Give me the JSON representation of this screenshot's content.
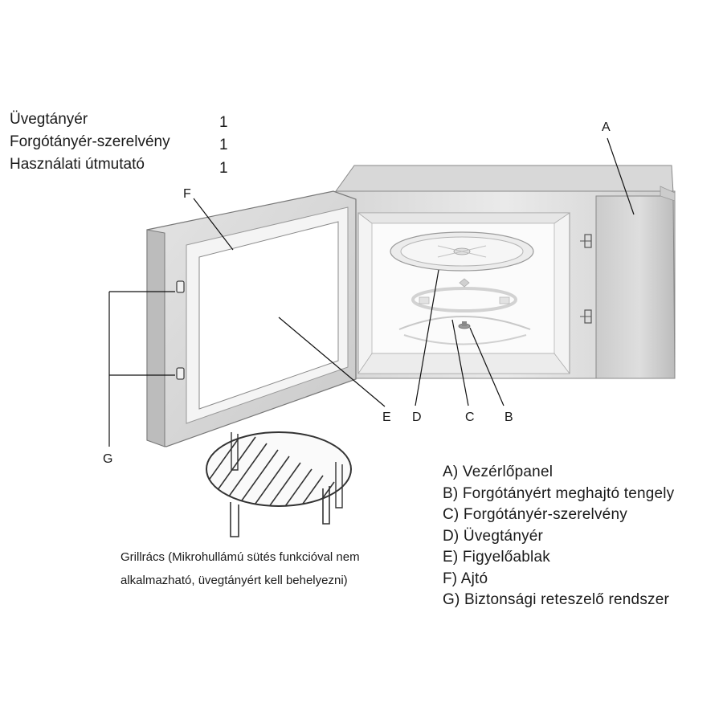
{
  "accessories": [
    {
      "name": "Üvegtányér",
      "qty": "1"
    },
    {
      "name": "Forgótányér-szerelvény",
      "qty": "1"
    },
    {
      "name": "Használati útmutató",
      "qty": "1"
    }
  ],
  "callouts": {
    "A": "A",
    "B": "B",
    "C": "C",
    "D": "D",
    "E": "E",
    "F": "F",
    "G": "G"
  },
  "legend": [
    "A) Vezérlőpanel",
    "B) Forgótányért meghajtó tengely",
    "C) Forgótányér-szerelvény",
    "D) Üvegtányér",
    "E) Figyelőablak",
    "F)  Ajtó",
    "G) Biztonsági reteszelő rendszer"
  ],
  "grill_caption": "Grillrács (Mikrohullámú sütés funkcióval nem alkalmazható, üvegtányért kell behelyezni)"
}
